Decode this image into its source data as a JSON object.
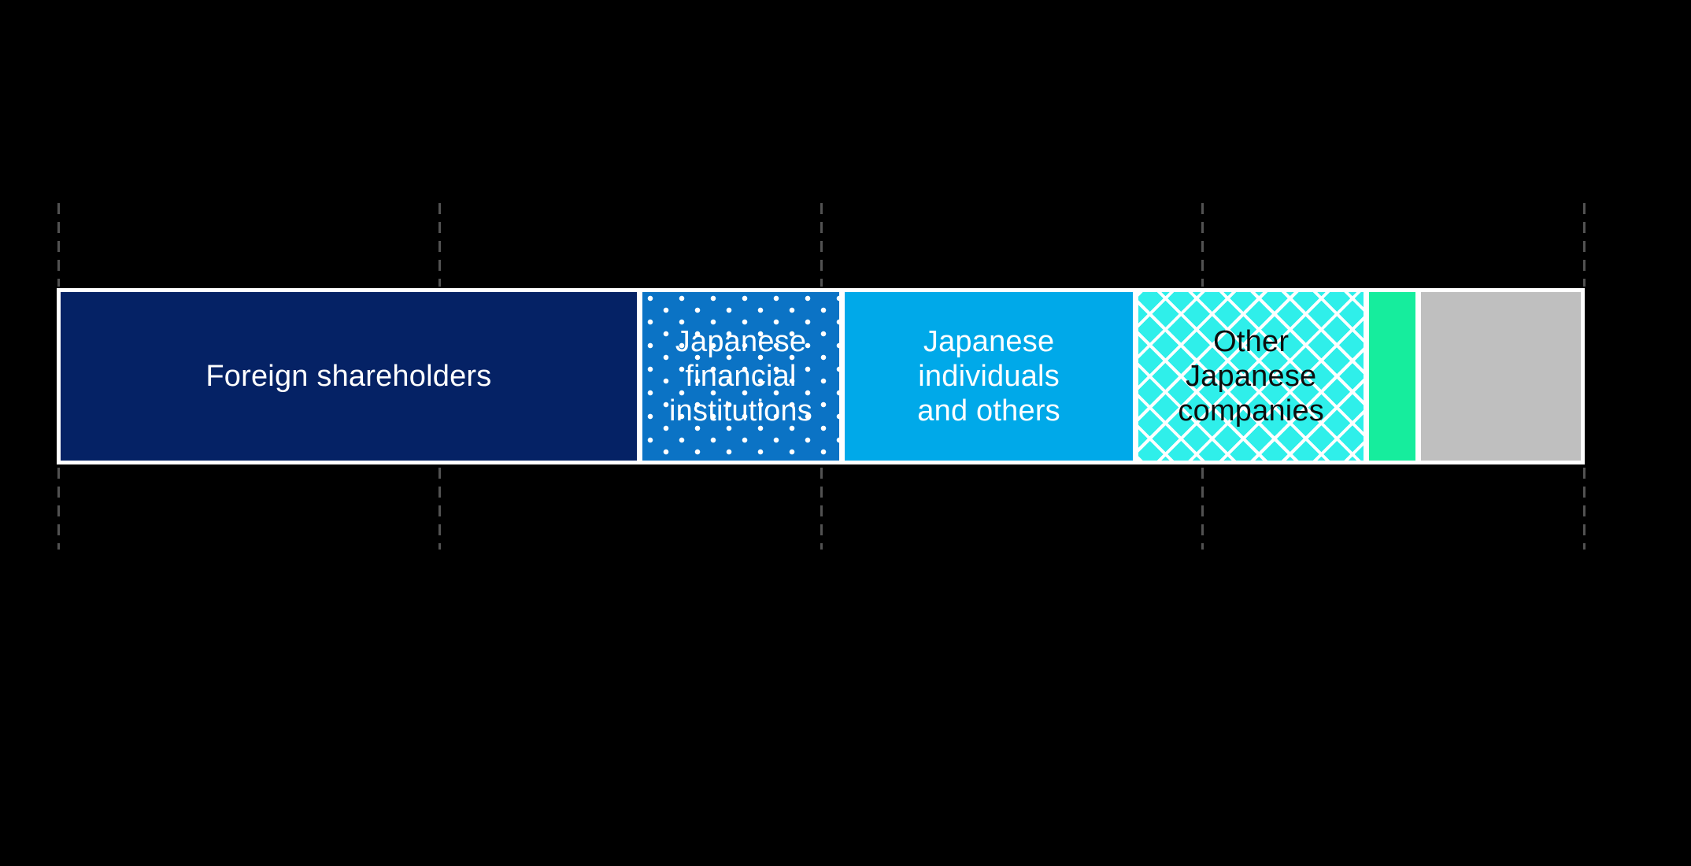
{
  "canvas": {
    "background_color": "#000000"
  },
  "chart_data": {
    "type": "bar",
    "subtype": "horizontal-stacked-100percent",
    "title": "",
    "xlabel": "",
    "ylabel": "",
    "axis": {
      "xlim": [
        0,
        100
      ],
      "unit": "percent",
      "gridlines_percent": [
        0,
        25,
        50,
        75,
        100
      ],
      "gridline_style": "dashed",
      "gridline_color": "#525252",
      "tick_labels_visible": false
    },
    "legend": "none",
    "bar_border_color": "#ffffff",
    "series": [
      {
        "label": "Foreign shareholders",
        "label_lines": [
          "Foreign shareholders"
        ],
        "value_pct": 38.6,
        "fill_color": "#052265",
        "pattern": "solid",
        "pattern_color": "",
        "text_color": "#ffffff"
      },
      {
        "label": "Japanese financial institutions",
        "label_lines": [
          "Japanese",
          "financial",
          "institutions"
        ],
        "value_pct": 13.2,
        "fill_color": "#0b73c5",
        "pattern": "dots",
        "pattern_color": "#ffffff",
        "text_color": "#ffffff"
      },
      {
        "label": "Japanese individuals and others",
        "label_lines": [
          "Japanese",
          "individuals",
          "and others"
        ],
        "value_pct": 19.3,
        "fill_color": "#00a9e9",
        "pattern": "solid",
        "pattern_color": "",
        "text_color": "#ffffff"
      },
      {
        "label": "Other Japanese companies",
        "label_lines": [
          "Other",
          "Japanese",
          "companies"
        ],
        "value_pct": 15.1,
        "fill_color": "#2fefea",
        "pattern": "lattice",
        "pattern_color": "#ffffff",
        "text_color": "#0d0d0d"
      },
      {
        "label": "",
        "label_lines": [],
        "value_pct": 3.1,
        "fill_color": "#16ed9d",
        "pattern": "solid",
        "pattern_color": "",
        "text_color": ""
      },
      {
        "label": "",
        "label_lines": [],
        "value_pct": 10.7,
        "fill_color": "#bfbfbf",
        "pattern": "solid",
        "pattern_color": "",
        "text_color": ""
      }
    ]
  }
}
